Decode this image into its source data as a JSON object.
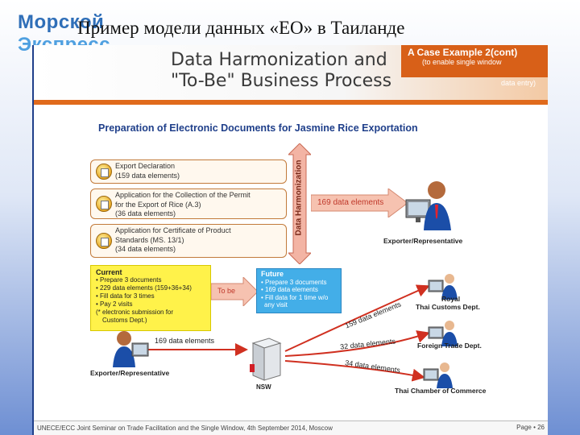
{
  "logo": {
    "line1": "Морской",
    "line2": "Экспресс"
  },
  "slide_title": "Пример модели данных «ЕО» в Таиланде",
  "banner": {
    "title_line1": "Data Harmonization and",
    "title_line2": "\"To-Be\" Business Process",
    "case_label": "A Case Example 2(cont)",
    "case_sub1": "(to enable single window",
    "case_sub2": "data entry)"
  },
  "preparation_title": "Preparation of Electronic Documents for Jasmine Rice Exportation",
  "documents": [
    {
      "lines": [
        "Export Declaration",
        "(159 data elements)"
      ]
    },
    {
      "lines": [
        "Application for the Collection of the Permit",
        "for the Export of Rice (A.3)",
        "(36 data elements)"
      ]
    },
    {
      "lines": [
        "Application for Certificate of Product",
        "Standards (MS. 13/1)",
        "(34 data elements)"
      ]
    }
  ],
  "harmonization_label": "Data Harmonization",
  "main_arrow_label": "169 data elements",
  "exporter_top_label": "Exporter/Representative",
  "current": {
    "heading": "Current",
    "items": [
      "• Prepare 3 documents",
      "• 229 data elements (159+36+34)",
      "• Fill data for 3 times",
      "• Pay 2 visits",
      "(* electronic submission for",
      "Customs Dept.)"
    ]
  },
  "to_be_label": "To be",
  "future": {
    "heading": "Future",
    "items": [
      "• Prepare 3 documents",
      "• 169 data elements",
      "• Fill data for 1 time w/o",
      "any visit"
    ]
  },
  "flow": {
    "exporter_to_nsw": "169 data elements",
    "to_customs": "159 data elements",
    "to_foreign_trade": "32 data elements",
    "to_chamber": "34 data elements"
  },
  "exporter_bottom_label": "Exporter/Representative",
  "nsw_label": "NSW",
  "agencies": {
    "customs_line1": "Royal",
    "customs_line2": "Thai Customs Dept.",
    "foreign_trade": "Foreign Trade Dept.",
    "chamber": "Thai Chamber of Commerce"
  },
  "footer": {
    "seminar": "UNECE/ECC Joint Seminar on Trade Facilitation and the Single Window, 4th September 2014, Moscow",
    "page": "Page • 26"
  }
}
